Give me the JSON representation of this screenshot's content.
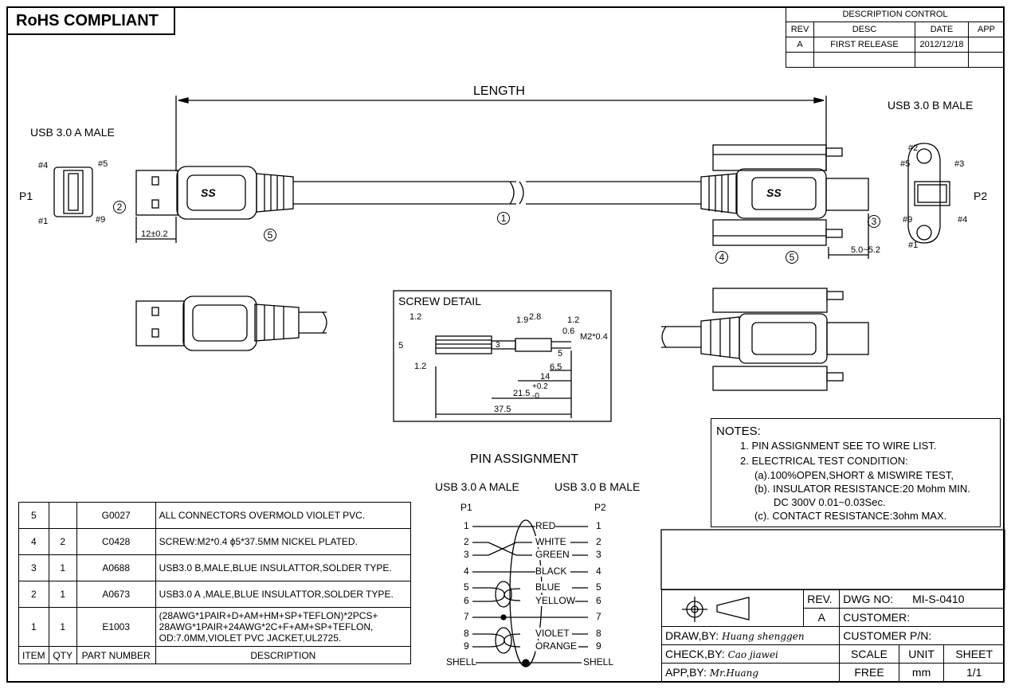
{
  "header": {
    "rohs": "RoHS COMPLIANT"
  },
  "description_control": {
    "title": "DESCRIPTION  CONTROL",
    "columns": [
      "REV",
      "DESC",
      "DATE",
      "APP"
    ],
    "rows": [
      [
        "A",
        "FIRST RELEASE",
        "2012/12/18",
        ""
      ]
    ]
  },
  "labels": {
    "length": "LENGTH",
    "usb_a_male": "USB 3.0 A MALE",
    "usb_b_male": "USB 3.0 B MALE",
    "p1": "P1",
    "p2": "P2",
    "pin_a4": "#4",
    "pin_a5": "#5",
    "pin_a1": "#1",
    "pin_a9": "#9",
    "pin_b2": "#2",
    "pin_b5": "#5",
    "pin_b3": "#3",
    "pin_b9": "#9",
    "pin_b4": "#4",
    "pin_b1": "#1",
    "dim_12": "12±0.2",
    "dim_50": "5.0~5.2",
    "c1": "1",
    "c2": "2",
    "c3": "3",
    "c4": "4",
    "c5a": "5",
    "c5b": "5",
    "ss_a": "SS",
    "ss_b": "SS"
  },
  "screw_detail": {
    "title": "SCREW DETAIL",
    "dims": {
      "d1": "1.2",
      "d2": "5",
      "d3": "1.2",
      "d4": "1.9",
      "d5": "2.8",
      "d6": "3",
      "d7": "1.2",
      "d8": "0.6",
      "d9": "M2*0.4",
      "d10": "5",
      "d11": "6.5",
      "d12": "14",
      "d13": "21.5",
      "d14": "+0.2",
      "d15": "-0",
      "d16": "37.5"
    }
  },
  "pin_assignment": {
    "title": "PIN   ASSIGNMENT",
    "left_title": "USB 3.0 A MALE",
    "right_title": "USB 3.0 B MALE",
    "p1": "P1",
    "p2": "P2",
    "rows": [
      {
        "l": "1",
        "color": "RED",
        "r": "1"
      },
      {
        "l": "2",
        "color": "WHITE",
        "r": "2"
      },
      {
        "l": "3",
        "color": "GREEN",
        "r": "3"
      },
      {
        "l": "4",
        "color": "BLACK",
        "r": "4"
      },
      {
        "l": "5",
        "color": "BLUE",
        "r": "5"
      },
      {
        "l": "6",
        "color": "YELLOW",
        "r": "6"
      },
      {
        "l": "7",
        "color": "",
        "r": "7"
      },
      {
        "l": "8",
        "color": "VIOLET",
        "r": "8"
      },
      {
        "l": "9",
        "color": "ORANGE",
        "r": "9"
      },
      {
        "l": "SHELL",
        "color": "",
        "r": "SHELL"
      }
    ]
  },
  "notes": {
    "title": "NOTES:",
    "lines": [
      "1. PIN ASSIGNMENT SEE TO WIRE LIST.",
      "2. ELECTRICAL TEST CONDITION:",
      "(a).100%OPEN,SHORT & MISWIRE TEST,",
      "(b). INSULATOR RESISTANCE:20 Mohm MIN.",
      "DC 300V 0.01~0.03Sec.",
      "(c). CONTACT RESISTANCE:3ohm MAX."
    ]
  },
  "bom": {
    "headers": [
      "ITEM",
      "QTY",
      "PART NUMBER",
      "DESCRIPTION"
    ],
    "rows": [
      {
        "item": "5",
        "qty": "",
        "pn": "G0027",
        "desc": "ALL CONNECTORS OVERMOLD VIOLET PVC."
      },
      {
        "item": "4",
        "qty": "2",
        "pn": "C0428",
        "desc": "SCREW:M2*0.4 ϕ5*37.5MM NICKEL PLATED."
      },
      {
        "item": "3",
        "qty": "1",
        "pn": "A0688",
        "desc": "USB3.0 B,MALE,BLUE INSULATTOR,SOLDER TYPE."
      },
      {
        "item": "2",
        "qty": "1",
        "pn": "A0673",
        "desc": "USB3.0 A ,MALE,BLUE INSULATTOR,SOLDER TYPE."
      },
      {
        "item": "1",
        "qty": "1",
        "pn": "E1003",
        "desc": "(28AWG*1PAIR+D+AM+HM+SP+TEFLON)*2PCS+ 28AWG*1PAIR+24AWG*2C+F+AM+SP+TEFLON, OD:7.0MM,VIOLET PVC JACKET,UL2725."
      }
    ]
  },
  "title_block": {
    "rev_label": "REV.",
    "dwg_no_label": "DWG NO:",
    "dwg_no": "MI-S-0410",
    "rev": "A",
    "customer_label": "CUSTOMER:",
    "draw_by_label": "DRAW,BY:",
    "draw_by": "Huang  shenggen",
    "customer_pn_label": "CUSTOMER P/N:",
    "check_by_label": "CHECK,BY:",
    "check_by": "Cao  jiawei",
    "scale_label": "SCALE",
    "unit_label": "UNIT",
    "sheet_label": "SHEET",
    "app_by_label": "APP,BY:",
    "app_by": "Mr.Huang",
    "scale": "FREE",
    "unit": "mm",
    "sheet": "1/1"
  }
}
